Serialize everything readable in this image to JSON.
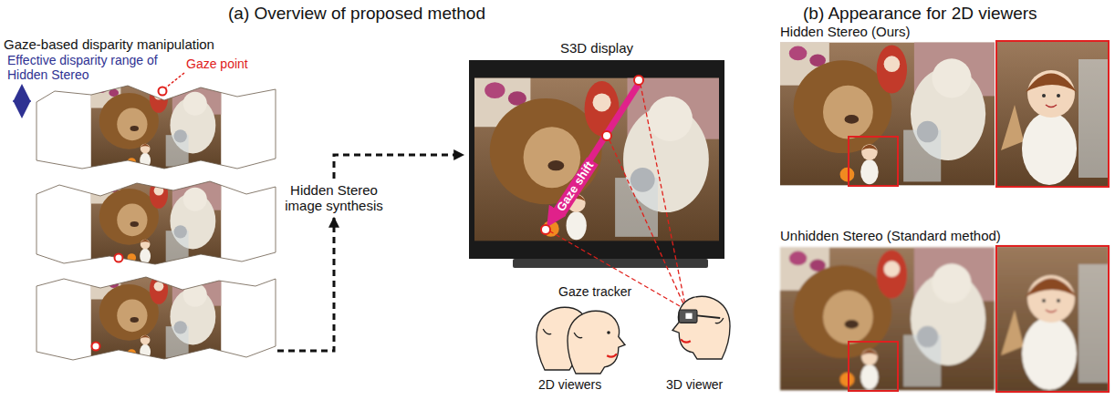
{
  "diagram": {
    "nodes": [
      {
        "text": [
          "Gaze-based disparity manipulation"
        ]
      },
      {
        "text": [
          "Hidden Stereo image synthesis"
        ]
      },
      {
        "text": [
          "S3D display"
        ]
      }
    ],
    "edges": [
      {
        "from": 0,
        "to": 1,
        "arrow": "to"
      },
      {
        "from": 1,
        "to": 2,
        "arrow": "to"
      }
    ],
    "labels": [
      "(a) Overview of proposed method",
      "(b) Appearance for 2D viewers",
      "Effective disparity range of Hidden Stereo",
      "Gaze point",
      "Gaze shift",
      "Gaze tracker",
      "2D viewers",
      "3D viewer",
      "Hidden Stereo (Ours)",
      "Unhidden Stereo (Standard method)"
    ]
  }
}
